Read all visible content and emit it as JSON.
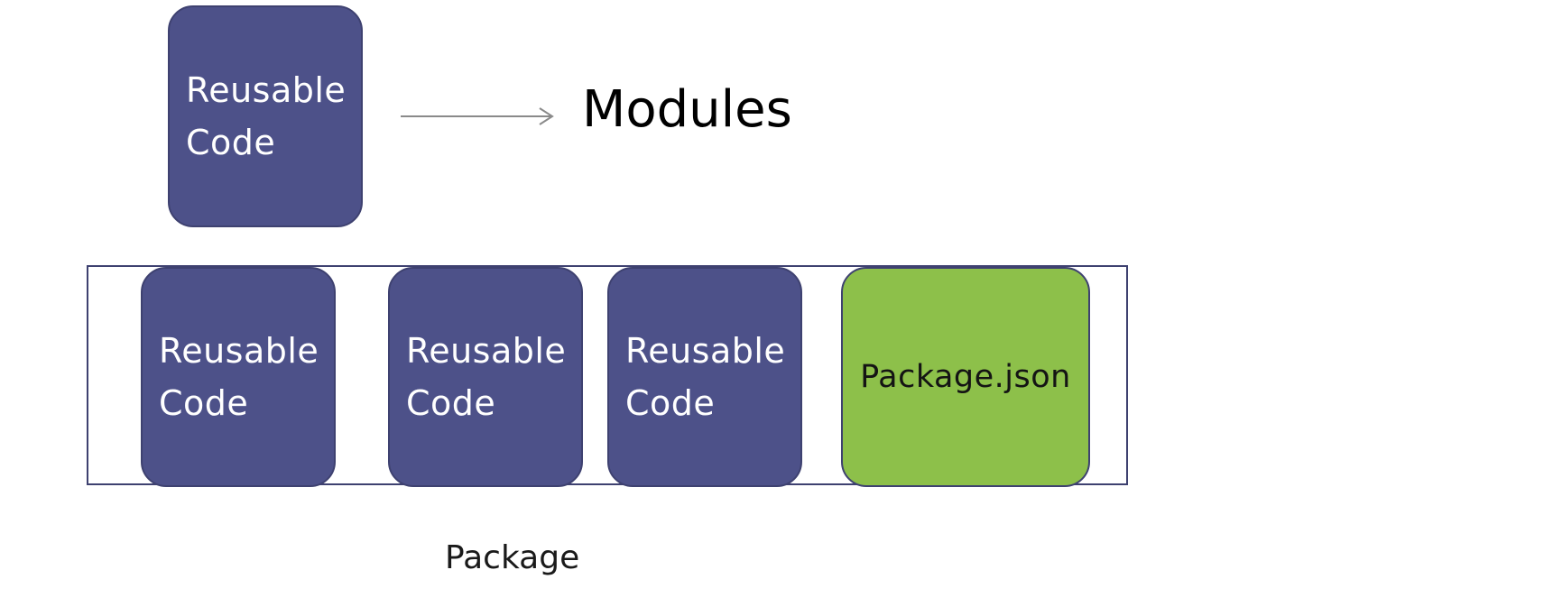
{
  "top_module": {
    "line1": "Reusable",
    "line2": "Code"
  },
  "modules_label": "Modules",
  "package": {
    "items": [
      {
        "line1": "Reusable",
        "line2": "Code"
      },
      {
        "line1": "Reusable",
        "line2": "Code"
      },
      {
        "line1": "Reusable",
        "line2": "Code"
      }
    ],
    "manifest_label": "Package.json",
    "caption": "Package"
  },
  "colors": {
    "module_fill": "#4d5189",
    "module_border": "#3e4170",
    "manifest_fill": "#8dc04a",
    "arrow": "#8a8a8a"
  },
  "icons": {
    "arrow": "right-arrow-icon"
  }
}
